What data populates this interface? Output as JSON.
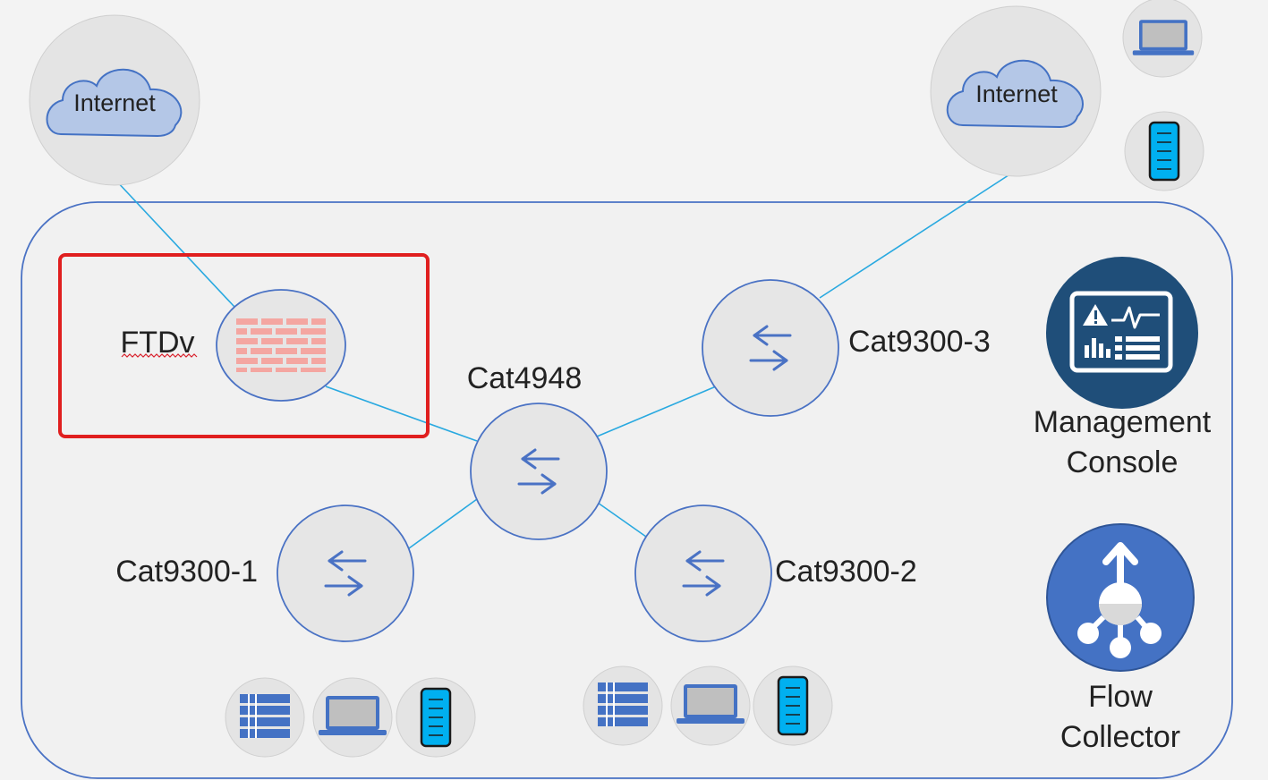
{
  "labels": {
    "internet_left": "Internet",
    "internet_right": "Internet",
    "ftdv": "FTDv",
    "cat4948": "Cat4948",
    "cat9300_1": "Cat9300-1",
    "cat9300_2": "Cat9300-2",
    "cat9300_3": "Cat9300-3",
    "management_console_line1": "Management",
    "management_console_line2": "Console",
    "flow_collector_line1": "Flow",
    "flow_collector_line2": "Collector"
  },
  "colors": {
    "background": "#f3f3f3",
    "node_fill": "#e6e6e6",
    "node_stroke": "#4a72c4",
    "link": "#29a9e0",
    "cloud": "#b4c7e7",
    "firewall_brick": "#f4a6a1",
    "highlight_box": "#e01f1f",
    "console_bg": "#1f4e79",
    "collector_bg": "#4472c4",
    "phone": "#00b0f0",
    "server": "#4472c4"
  },
  "icons": {
    "switch": "switch-arrows-icon",
    "firewall": "firewall-icon",
    "cloud": "cloud-icon",
    "laptop": "laptop-icon",
    "phone": "phone-icon",
    "server": "server-stack-icon",
    "dashboard": "dashboard-icon",
    "flow": "flow-collector-icon"
  }
}
